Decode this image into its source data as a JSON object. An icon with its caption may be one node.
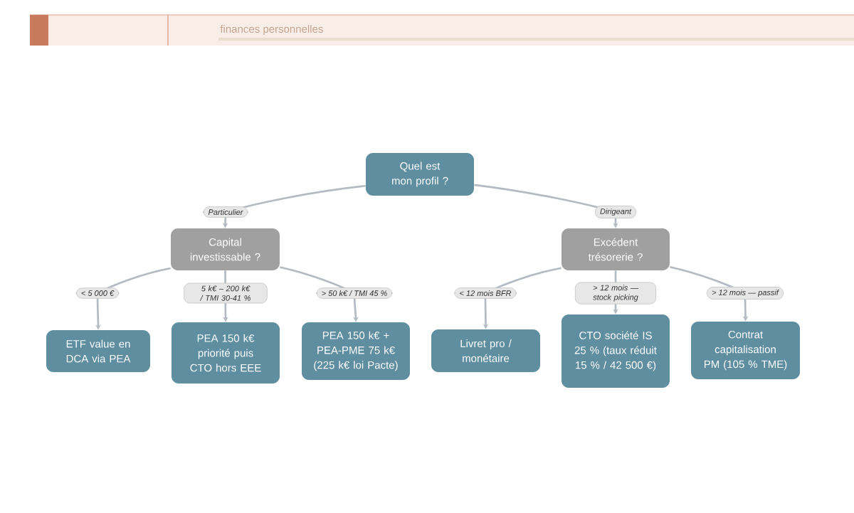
{
  "diagram": {
    "nodes": [
      {
        "text": [
          "Quel est mon profil ?"
        ]
      },
      {
        "text": [
          "Capital investissable ?"
        ]
      },
      {
        "text": [
          "Excédent trésorerie ?"
        ]
      },
      {
        "text": [
          "ETF value en DCA via PEA"
        ]
      },
      {
        "text": [
          "PEA 150 k€ priorité puis CTO hors EEE"
        ]
      },
      {
        "text": [
          "PEA 150 k€ + PEA-PME 75 k€ (225 k€ loi Pacte)"
        ]
      },
      {
        "text": [
          "Livret pro / monétaire"
        ]
      },
      {
        "text": [
          "CTO société IS 25 % (taux réduit 15 % / 42 500 €)"
        ]
      },
      {
        "text": [
          "Contrat capitalisation PM (105 % TME)"
        ]
      }
    ],
    "edges": [
      {
        "from": 0,
        "to": 1,
        "arrow": "to",
        "label": "Particulier"
      },
      {
        "from": 0,
        "to": 2,
        "arrow": "to",
        "label": "Dirigeant"
      },
      {
        "from": 1,
        "to": 3,
        "arrow": "to",
        "label": "< 5 000 €"
      },
      {
        "from": 1,
        "to": 4,
        "arrow": "to",
        "label": "5 k€ – 200 k€ / TMI 30-41 %"
      },
      {
        "from": 1,
        "to": 5,
        "arrow": "to",
        "label": "> 50 k€ / TMI 45 %"
      },
      {
        "from": 2,
        "to": 6,
        "arrow": "to",
        "label": "< 12 mois BFR"
      },
      {
        "from": 2,
        "to": 7,
        "arrow": "to",
        "label": "> 12 mois — stock picking"
      },
      {
        "from": 2,
        "to": 8,
        "arrow": "to",
        "label": "> 12 mois — passif"
      }
    ],
    "labels": [
      "finances personnelles"
    ]
  }
}
